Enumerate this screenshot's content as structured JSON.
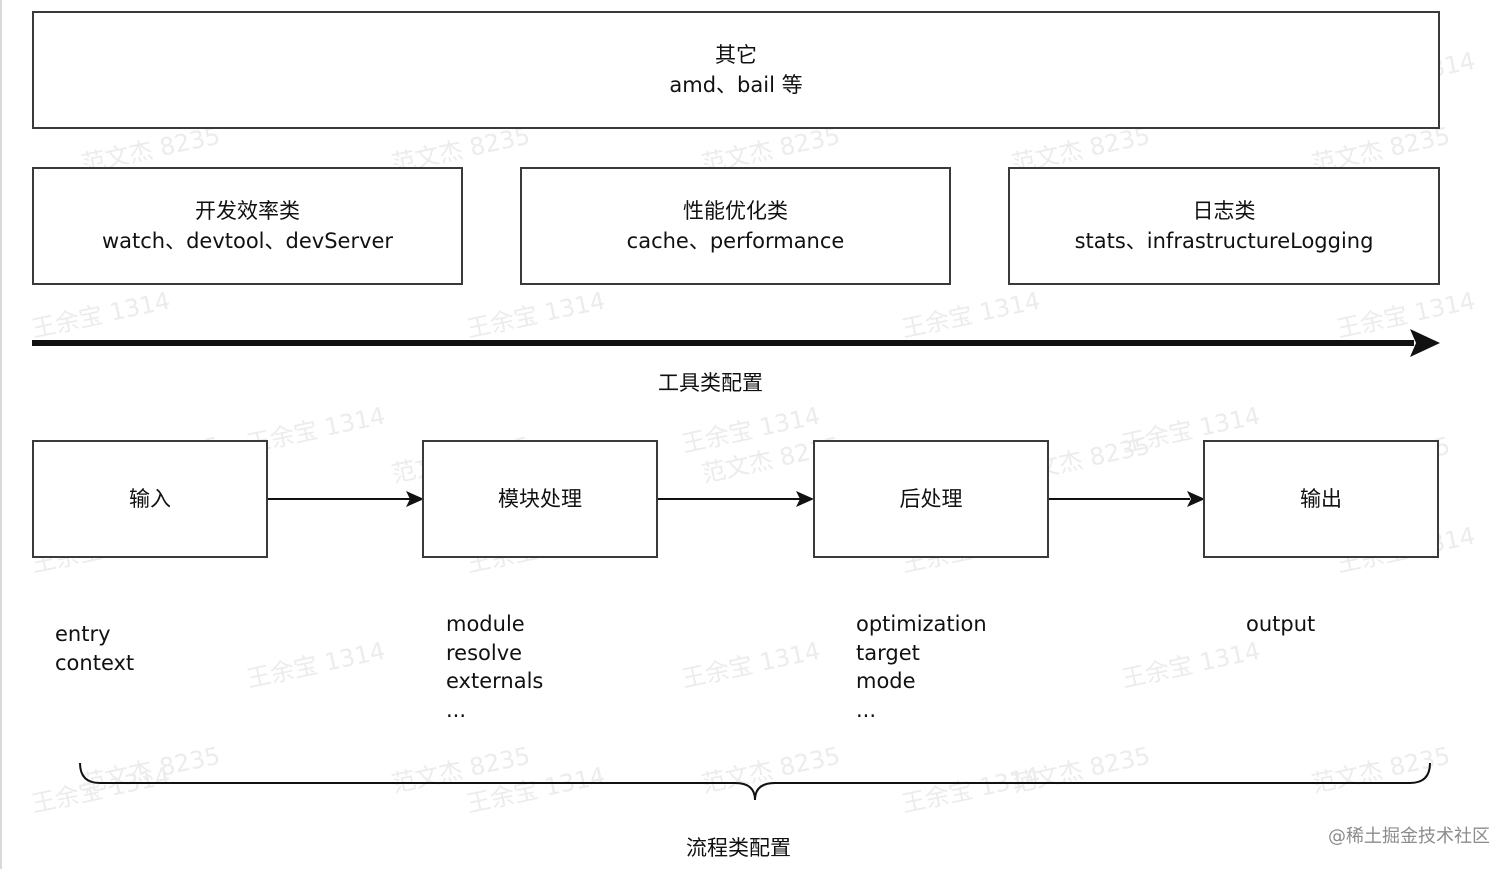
{
  "tool_config": {
    "other": {
      "title": "其它",
      "items": "amd、bail 等"
    },
    "dev_efficiency": {
      "title": "开发效率类",
      "items": "watch、devtool、devServer"
    },
    "performance": {
      "title": "性能优化类",
      "items": "cache、performance"
    },
    "logging": {
      "title": "日志类",
      "items": "stats、infrastructureLogging"
    },
    "axis_label": "工具类配置"
  },
  "flow_config": {
    "stages": [
      {
        "title": "输入",
        "options": [
          "entry",
          "context"
        ]
      },
      {
        "title": "模块处理",
        "options": [
          "module",
          "resolve",
          "externals",
          "..."
        ]
      },
      {
        "title": "后处理",
        "options": [
          "optimization",
          "target",
          "mode",
          "..."
        ]
      },
      {
        "title": "输出",
        "options": [
          "output"
        ]
      }
    ],
    "brace_label": "流程类配置"
  },
  "watermarks": {
    "a": "王余宝 1314",
    "b": "范文杰 8235"
  },
  "credit": "@稀土掘金技术社区",
  "colors": {
    "stroke": "#3a3a3a",
    "arrow": "#111111",
    "text": "#111111",
    "watermark": "#ececec"
  }
}
